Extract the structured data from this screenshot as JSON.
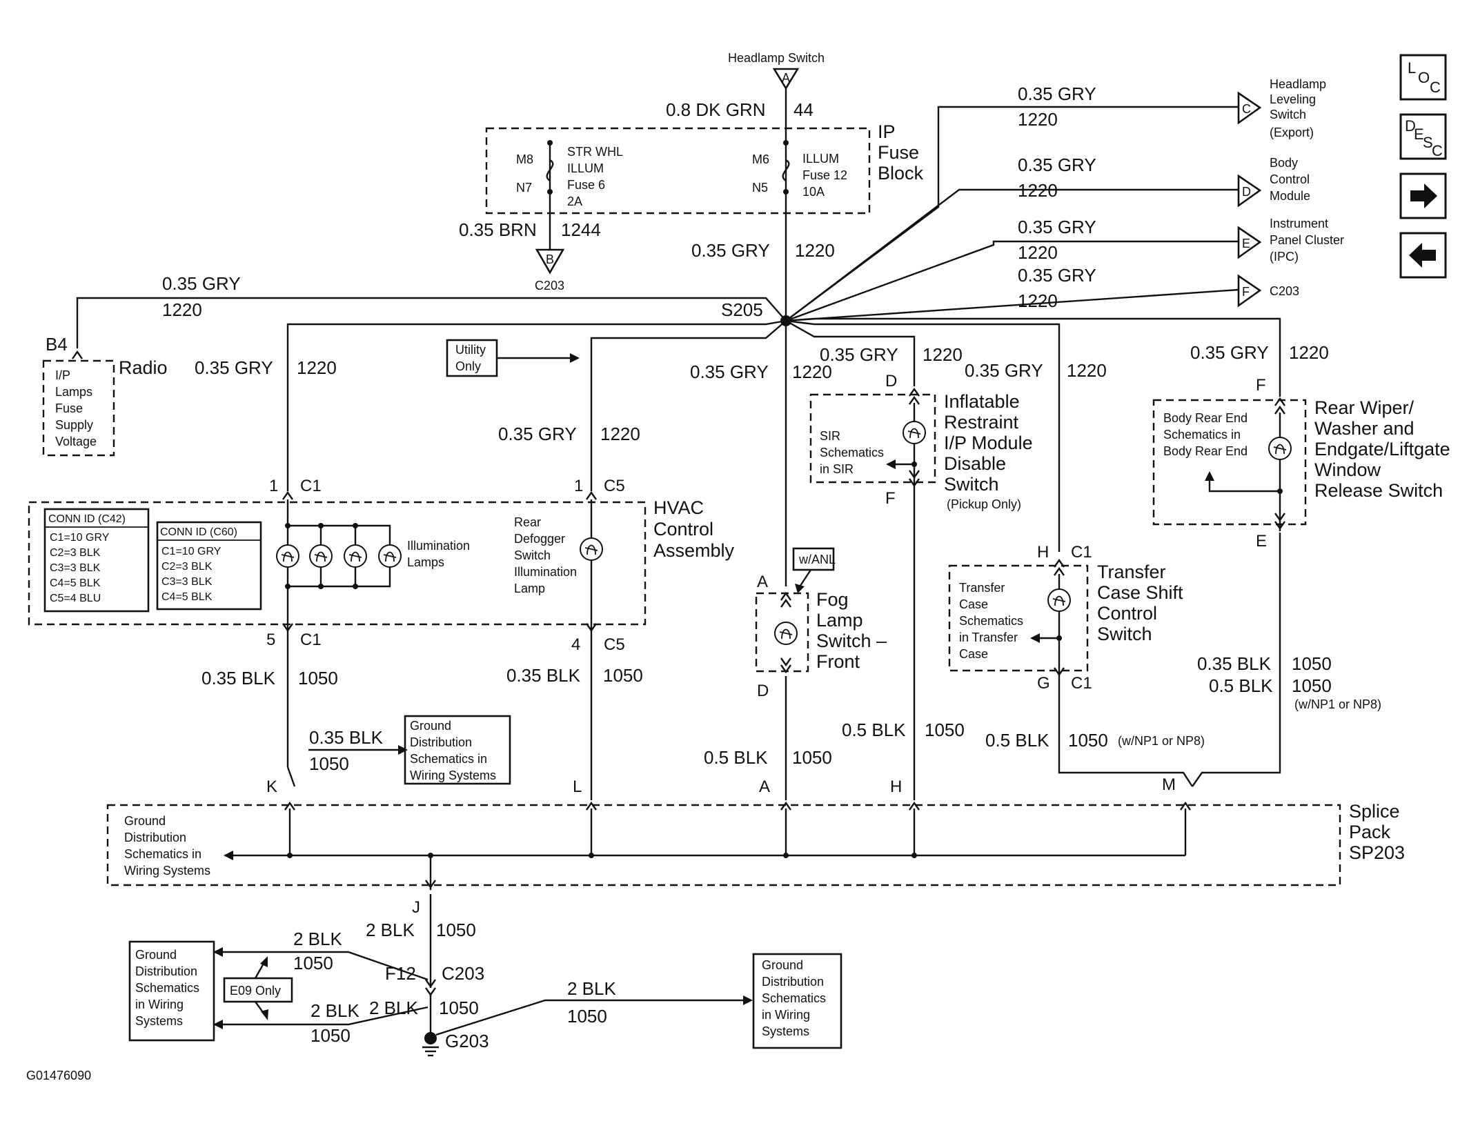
{
  "headlamp_switch": {
    "label": "Headlamp Switch",
    "pin": "A",
    "wire": "0.8 DK GRN",
    "circuit": "44"
  },
  "fuse_block": {
    "title": [
      "IP",
      "Fuse",
      "Block"
    ],
    "left_fuse": {
      "pin_in": "M8",
      "pin_out": "N7",
      "lines": [
        "STR WHL",
        "ILLUM",
        "Fuse 6",
        "2A"
      ]
    },
    "right_fuse": {
      "pin_in": "M6",
      "pin_out": "N5",
      "lines": [
        "ILLUM",
        "Fuse 12",
        "10A"
      ]
    }
  },
  "brn_wire": {
    "wire": "0.35 BRN",
    "circuit": "1244",
    "conn_pin": "B",
    "conn": "C203"
  },
  "main_wire": {
    "wire": "0.35 GRY",
    "circuit": "1220",
    "splice": "S205"
  },
  "gry": "0.35 GRY",
  "c1220": "1220",
  "right_outputs": [
    {
      "wire": "0.35 GRY",
      "circuit": "1220",
      "pin": "C",
      "lines": [
        "Headlamp",
        "Leveling",
        "Switch",
        "(Export)"
      ]
    },
    {
      "wire": "0.35 GRY",
      "circuit": "1220",
      "pin": "D",
      "lines": [
        "Body",
        "Control",
        "Module"
      ]
    },
    {
      "wire": "0.35 GRY",
      "circuit": "1220",
      "pin": "E",
      "lines": [
        "Instrument",
        "Panel Cluster",
        "(IPC)"
      ]
    },
    {
      "wire": "0.35 GRY",
      "circuit": "1220",
      "pin": "F",
      "lines": [
        "C203"
      ]
    }
  ],
  "radio": {
    "pin": "B4",
    "title": "Radio",
    "wire": "0.35 GRY",
    "circuit": "1220",
    "lines": [
      "I/P",
      "Lamps",
      "Fuse",
      "Supply",
      "Voltage"
    ]
  },
  "utility": {
    "lines": [
      "Utility",
      "Only"
    ]
  },
  "hvac": {
    "title": [
      "HVAC",
      "Control",
      "Assembly"
    ],
    "pin_top_1": "1",
    "conn_top_1": "C1",
    "pin_top_2": "1",
    "conn_top_2": "C5",
    "pin_bot_1": "5",
    "conn_bot_1": "C1",
    "pin_bot_2": "4",
    "conn_bot_2": "C5",
    "illum_label": [
      "Illumination",
      "Lamps"
    ],
    "defog_label": [
      "Rear",
      "Defogger",
      "Switch",
      "Illumination",
      "Lamp"
    ],
    "conn_c42": [
      "CONN ID (C42)",
      "C1=10 GRY",
      "C2=3 BLK",
      "C3=3 BLK",
      "C4=5 BLK",
      "C5=4 BLU"
    ],
    "conn_c60": [
      "CONN ID (C60)",
      "C1=10 GRY",
      "C2=3 BLK",
      "C3=3 BLK",
      "C4=5 BLK"
    ]
  },
  "inflatable": {
    "pin_top": "D",
    "pin_bot": "F",
    "title": [
      "Inflatable",
      "Restraint",
      "I/P Module",
      "Disable",
      "Switch"
    ],
    "note": "(Pickup Only)",
    "inner": [
      "SIR",
      "Schematics",
      "in SIR"
    ]
  },
  "fog": {
    "pin_top": "A",
    "pin_bot": "D",
    "title": [
      "Fog",
      "Lamp",
      "Switch –",
      "Front"
    ],
    "option": "w/ANL"
  },
  "transfer": {
    "pin_top": "H",
    "conn_top": "C1",
    "pin_bot": "G",
    "conn_bot": "C1",
    "title": [
      "Transfer",
      "Case Shift",
      "Control",
      "Switch"
    ],
    "inner": [
      "Transfer",
      "Case",
      "Schematics",
      "in Transfer",
      "Case"
    ]
  },
  "rear_wiper": {
    "pin_top": "F",
    "pin_bot": "E",
    "title": [
      "Rear Wiper/",
      "Washer and",
      "Endgate/Liftgate",
      "Window",
      "Release Switch"
    ],
    "inner": [
      "Body Rear End",
      "Schematics in",
      "Body Rear End"
    ]
  },
  "ground_wires": {
    "blk035": "0.35 BLK",
    "blk05": "0.5 BLK",
    "blk2": "2 BLK",
    "c1050": "1050",
    "np_note": "(w/NP1 or NP8)",
    "np_inline": "(w/NP1 or NP8)"
  },
  "gds_label": [
    "Ground",
    "Distribution",
    "Schematics in",
    "Wiring Systems"
  ],
  "gds_left": [
    "Ground",
    "Distribution",
    "Schematics",
    "in Wiring",
    "Systems"
  ],
  "gds_right": [
    "Ground",
    "Distribution",
    "Schematics",
    "in Wiring",
    "Systems"
  ],
  "splice_pack": {
    "title": [
      "Splice",
      "Pack",
      "SP203"
    ],
    "pins": [
      "K",
      "L",
      "A",
      "H",
      "M"
    ],
    "out_pin": "J"
  },
  "bottom": {
    "conn_pin": "F12",
    "conn": "C203",
    "ground": "G203",
    "e09": "E09 Only"
  },
  "figure_id": "G01476090",
  "nav": {
    "loc": [
      "L",
      "O",
      "C"
    ],
    "desc": [
      "D",
      "E",
      "S",
      "C"
    ]
  }
}
